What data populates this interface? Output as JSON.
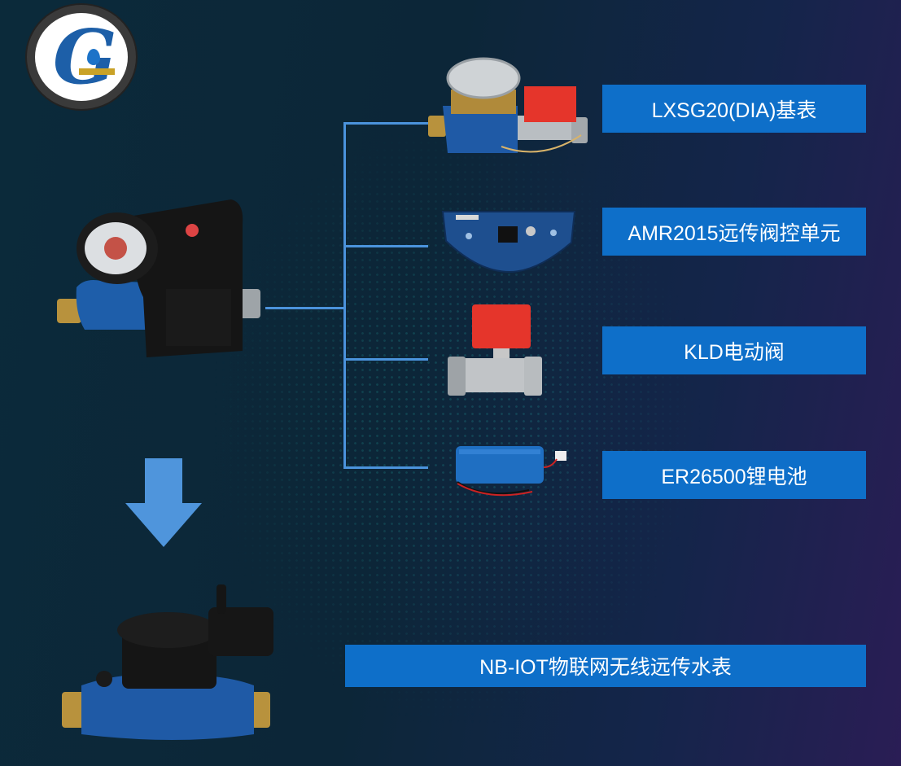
{
  "logo": {
    "letter": "G"
  },
  "components": [
    {
      "label": "LXSG20(DIA)基表"
    },
    {
      "label": "AMR2015远传阀控单元"
    },
    {
      "label": "KLD电动阀"
    },
    {
      "label": "ER26500锂电池"
    }
  ],
  "result": {
    "label": "NB-IOT物联网无线远传水表"
  },
  "colors": {
    "label_bg": "#0e6fc9",
    "connector": "#4b93dc",
    "arrow": "#4f95dc",
    "logo_blue": "#1d5fa8"
  },
  "icons": {
    "flow_arrow": "arrow-down-icon"
  }
}
